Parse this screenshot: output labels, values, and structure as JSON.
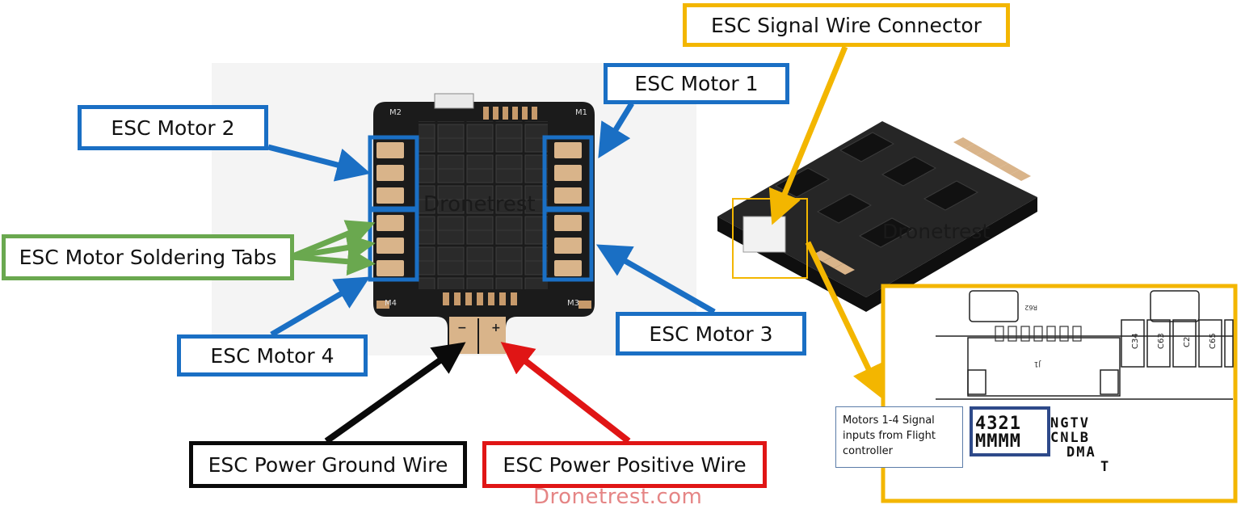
{
  "labels": {
    "motor1": "ESC Motor 1",
    "motor2": "ESC Motor 2",
    "motor3": "ESC Motor 3",
    "motor4": "ESC Motor 4",
    "soldering_tabs": "ESC Motor Soldering Tabs",
    "signal_connector": "ESC Signal Wire Connector",
    "ground_wire": "ESC Power Ground Wire",
    "positive_wire": "ESC Power Positive Wire"
  },
  "board": {
    "corner_m1": "M1",
    "corner_m2": "M2",
    "corner_m3": "M3",
    "corner_m4": "M4",
    "pad_minus": "−",
    "pad_plus": "+"
  },
  "watermark": {
    "board_left": "Dronetrest",
    "board_right": "Dronetrest",
    "site": "Dronetrest.com"
  },
  "detail": {
    "note": "Motors 1-4 Signal inputs from Flight controller",
    "pins_top": "4321",
    "pins_bottom": "MMMM",
    "pins_extra_row1": "NGTV",
    "pins_extra_row2": "CNLB",
    "pins_extra_row3": "DMA",
    "pins_extra_row4": "T",
    "cap_labels": [
      "C34",
      "C63",
      "C2",
      "C65"
    ],
    "chip_label": "J1",
    "pad_label": "R62"
  },
  "colors": {
    "motor_box": "#1a6fc4",
    "tabs_box": "#6aa84f",
    "connector_box": "#f3b600",
    "ground_box": "#0a0a0a",
    "positive_box": "#e01515",
    "pcb": "#1b1b1b",
    "copper": "#d9b48a"
  }
}
